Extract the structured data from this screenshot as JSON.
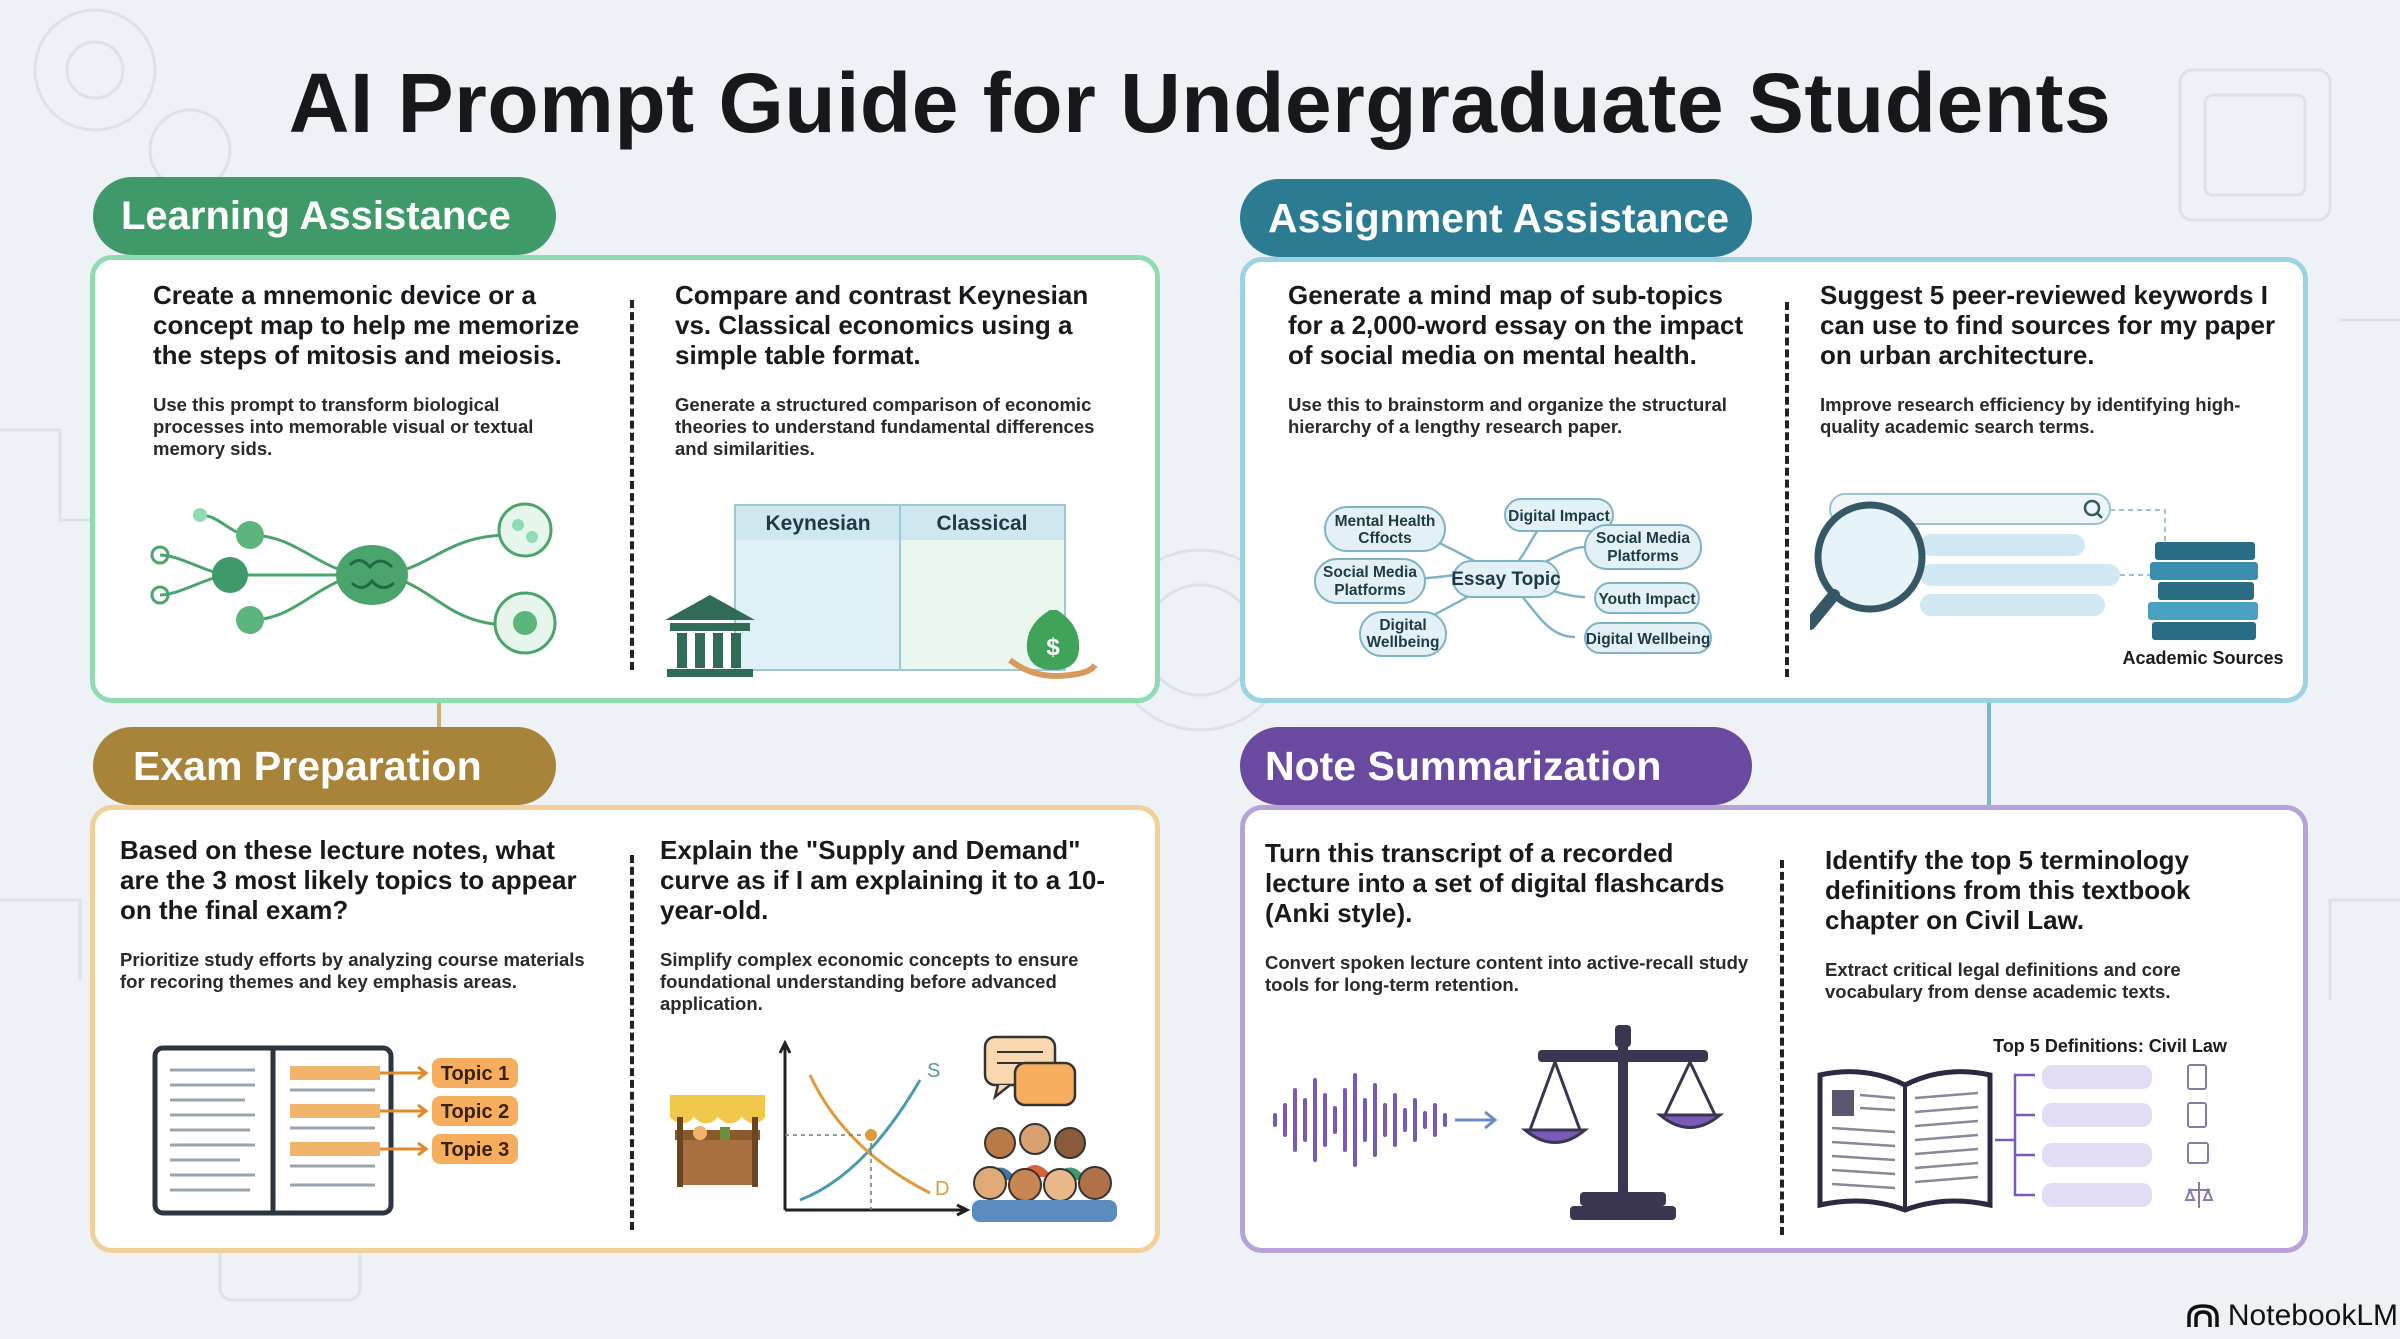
{
  "title": "AI Prompt Guide for Undergraduate Students",
  "colors": {
    "learning": "#3f9a6a",
    "assignment": "#2b7c93",
    "exam": "#a8843a",
    "notes": "#6a4aa0"
  },
  "sections": {
    "learning": {
      "heading": "Learning Assistance",
      "left": {
        "prompt": "Create a mnemonic device or a concept map to help me memorize the steps of mitosis and meiosis.",
        "desc": "Use this prompt to transform biological processes into memorable visual or textual memory sids."
      },
      "right": {
        "prompt": "Compare and contrast Keynesian vs. Classical economics using a simple table format.",
        "desc": "Generate a structured comparison of economic theories to understand fundamental differences and similarities.",
        "table_headers": [
          "Keynesian",
          "Classical"
        ]
      }
    },
    "assignment": {
      "heading": "Assignment Assistance",
      "left": {
        "prompt": "Generate a mind map of sub-topics for a 2,000-word essay on the impact of social media on mental health.",
        "desc": "Use this to brainstorm and organize the structural hierarchy of a lengthy research paper.",
        "mindmap": {
          "center": "Essay Topic",
          "nodes": [
            "Mental Health Cffocts",
            "Digital Impact",
            "Social Media Platforms",
            "Social Media Platforms",
            "Youth Impact",
            "Digital Wellbeing",
            "Digital Wellbeing"
          ]
        }
      },
      "right": {
        "prompt": "Suggest 5 peer-reviewed keywords I can use to find sources for my paper on urban architecture.",
        "desc": "Improve research efficiency by identifying high-quality academic search terms.",
        "sources_label": "Academic Sources"
      }
    },
    "exam": {
      "heading": "Exam Preparation",
      "left": {
        "prompt": "Based on these lecture notes, what are the 3 most likely topics to appear on the final exam?",
        "desc": "Prioritize study efforts by analyzing course materials for recoring themes and key emphasis areas.",
        "topics": [
          "Topic 1",
          "Topic 2",
          "Topie 3"
        ]
      },
      "right": {
        "prompt": "Explain the \"Supply and Demand\" curve as if I am explaining it to a 10-year-old.",
        "desc": "Simplify complex economic concepts to ensure foundational understanding before advanced application.",
        "supply_label": "S",
        "demand_label": "D"
      }
    },
    "notes": {
      "heading": "Note Summarization",
      "left": {
        "prompt": "Turn this transcript of a recorded lecture into a set of digital flashcards (Anki style).",
        "desc": "Convert spoken lecture content into active-recall study tools for long-term retention."
      },
      "right": {
        "prompt": "Identify the top 5 terminology definitions from this textbook chapter on Civil Law.",
        "desc": "Extract critical legal definitions and core vocabulary from dense academic texts.",
        "list_title": "Top 5 Definitions: Civil Law"
      }
    }
  },
  "footer": {
    "brand": "NotebookLM"
  }
}
